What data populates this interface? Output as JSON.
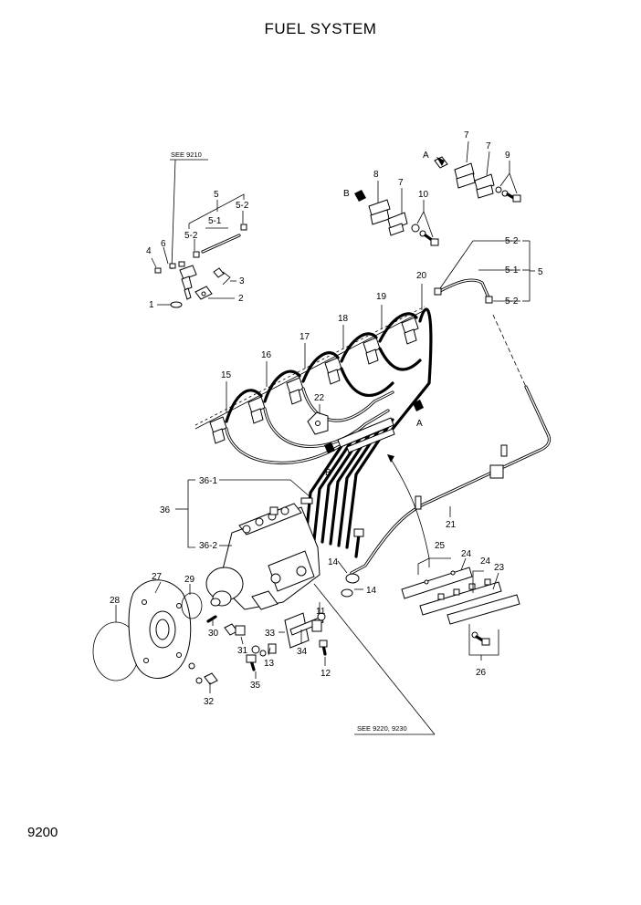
{
  "page": {
    "title": "FUEL SYSTEM",
    "page_number": "9200"
  },
  "references": {
    "injector": "SEE 9210",
    "pump": "SEE 9220, 9230"
  },
  "views": {
    "a": "A",
    "b": "B"
  },
  "callouts": {
    "c1": "1",
    "c2": "2",
    "c3": "3",
    "c4": "4",
    "c5_top": "5",
    "c5_1_top": "5-1",
    "c5_2_top_a": "5-2",
    "c5_2_top_b": "5-2",
    "c6": "6",
    "c7a": "7",
    "c7b": "7",
    "c7c": "7",
    "c8": "8",
    "c9": "9",
    "c10": "10",
    "c5_right": "5",
    "c5_2_right_a": "5-2",
    "c5_1_right": "5-1",
    "c5_2_right_b": "5-2",
    "c20": "20",
    "c19": "19",
    "c18": "18",
    "c17": "17",
    "c16": "16",
    "c15": "15",
    "c22": "22",
    "c21": "21",
    "c36": "36",
    "c36_1": "36-1",
    "c36_2": "36-2",
    "c14a": "14",
    "c14b": "14",
    "c25": "25",
    "c24a": "24",
    "c24b": "24",
    "c23": "23",
    "c26": "26",
    "c27": "27",
    "c28": "28",
    "c29": "29",
    "c30": "30",
    "c31": "31",
    "c32": "32",
    "c33": "33",
    "c34": "34",
    "c35": "35",
    "c11": "11",
    "c12": "12",
    "c13": "13"
  }
}
